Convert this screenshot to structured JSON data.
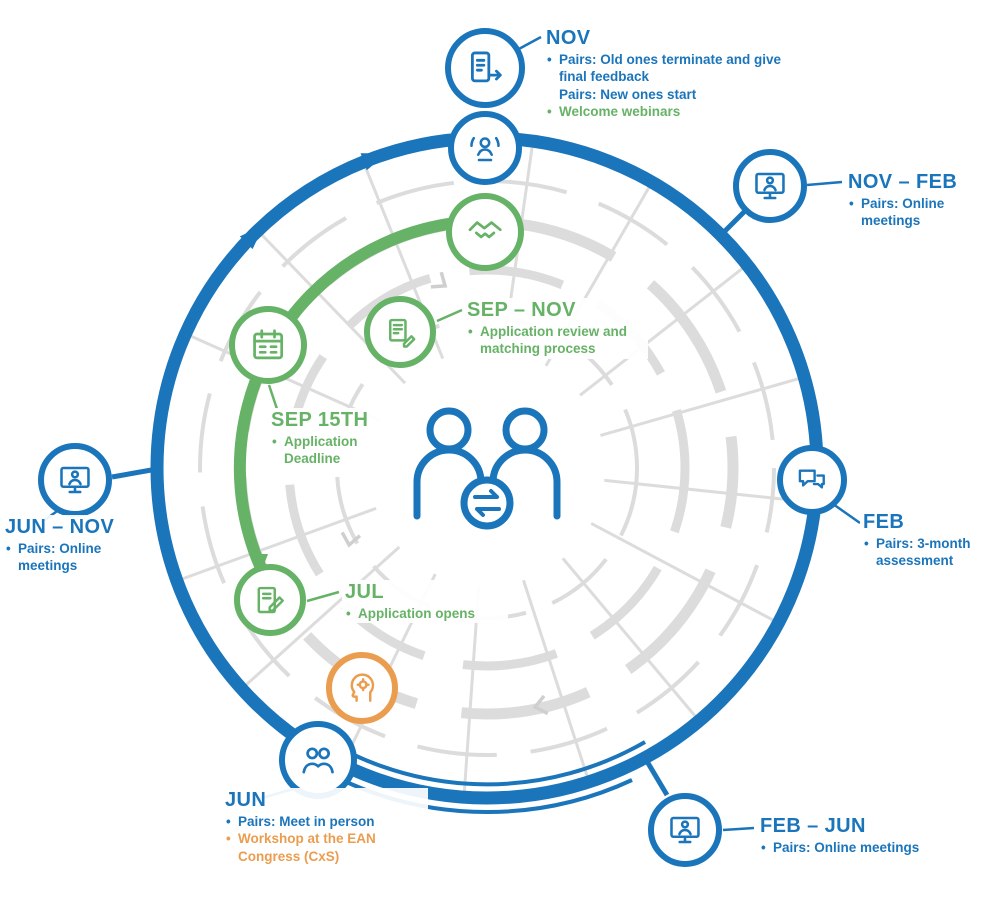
{
  "diagram": {
    "type": "circular-annual-cycle",
    "description": "Mentorship programme annual cycle wheel",
    "center_icon": "mentor-mentee-exchange-icon"
  },
  "colors": {
    "blue": "#1b75bb",
    "green": "#66b266",
    "orange": "#eb9d4f",
    "gray": "#dcdcdc"
  },
  "milestones": [
    {
      "id": "nov",
      "label": "NOV",
      "color": "blue",
      "icon": "exit-feedback-icon",
      "bullets": [
        {
          "text": "Pairs: Old ones terminate and give final feedback",
          "color": "blue",
          "bullet": true
        },
        {
          "text": "Pairs: New ones start",
          "color": "blue",
          "bullet": false
        },
        {
          "text": "Welcome webinars",
          "color": "green",
          "bullet": true
        }
      ]
    },
    {
      "id": "nov-feb",
      "label": "NOV – FEB",
      "color": "blue",
      "icon": "computer-meeting-icon",
      "bullets": [
        {
          "text": "Pairs: Online meetings",
          "color": "blue",
          "bullet": true
        }
      ]
    },
    {
      "id": "feb",
      "label": "FEB",
      "color": "blue",
      "icon": "speech-bubbles-icon",
      "bullets": [
        {
          "text": "Pairs: 3-month assessment",
          "color": "blue",
          "bullet": true
        }
      ]
    },
    {
      "id": "feb-jun",
      "label": "FEB – JUN",
      "color": "blue",
      "icon": "computer-meeting-icon",
      "bullets": [
        {
          "text": "Pairs: Online meetings",
          "color": "blue",
          "bullet": true
        }
      ]
    },
    {
      "id": "jun",
      "label": "JUN",
      "color": "blue",
      "icon": "two-people-icon",
      "bullets": [
        {
          "text": "Pairs: Meet in person",
          "color": "blue",
          "bullet": true
        },
        {
          "text": "Workshop at the EAN Congress (CxS)",
          "color": "orange",
          "bullet": true
        }
      ]
    },
    {
      "id": "jul",
      "label": "JUL",
      "color": "green",
      "icon": "form-pencil-icon",
      "bullets": [
        {
          "text": "Application opens",
          "color": "green",
          "bullet": true
        }
      ]
    },
    {
      "id": "sep-15",
      "label": "SEP 15TH",
      "color": "green",
      "icon": "calendar-icon",
      "bullets": [
        {
          "text": "Application Deadline",
          "color": "green",
          "bullet": true
        }
      ]
    },
    {
      "id": "sep-nov",
      "label": "SEP – NOV",
      "color": "green",
      "icon": "document-review-icon",
      "bullets": [
        {
          "text": "Application review and matching process",
          "color": "green",
          "bullet": true
        }
      ]
    },
    {
      "id": "jun-nov",
      "label": "JUN – NOV",
      "color": "blue",
      "icon": "computer-meeting-icon",
      "bullets": [
        {
          "text": "Pairs: Online meetings",
          "color": "blue",
          "bullet": true
        }
      ]
    }
  ],
  "unlabeled_nodes": [
    {
      "icon": "webinar-icon",
      "color": "blue"
    },
    {
      "icon": "handshake-icon",
      "color": "green"
    },
    {
      "icon": "head-gear-icon",
      "color": "orange"
    }
  ]
}
